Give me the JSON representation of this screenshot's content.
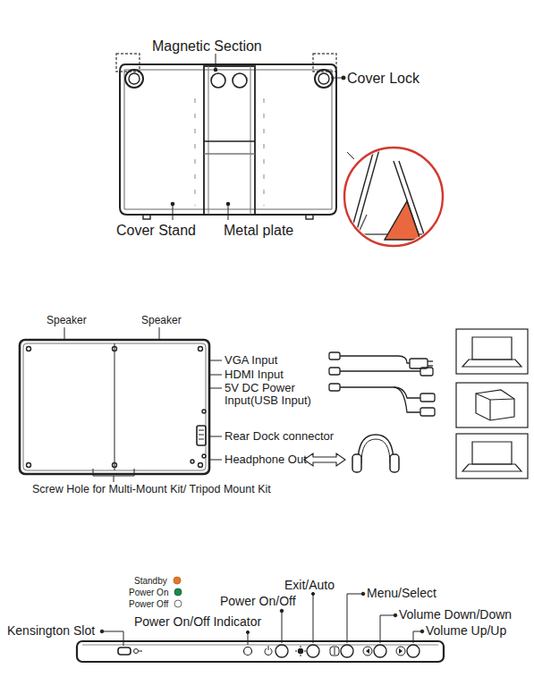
{
  "diagram": {
    "labels": [
      "Magnetic Section",
      "Cover Lock",
      "Cover Stand",
      "Metal plate",
      "Speaker",
      "Speaker",
      "VGA Input",
      "HDMI Input",
      "5V DC Power Input(USB Input)",
      "Rear Dock connector",
      "Headphone Out",
      "Screw Hole for Multi-Mount Kit/ Tripod Mount Kit",
      "Standby",
      "Power On",
      "Power Off",
      "Exit/Auto",
      "Menu/Select",
      "Power On/Off",
      "Power On/Off Indicator",
      "Volume Down/Down",
      "Volume Up/Up",
      "Kensington Slot"
    ]
  }
}
